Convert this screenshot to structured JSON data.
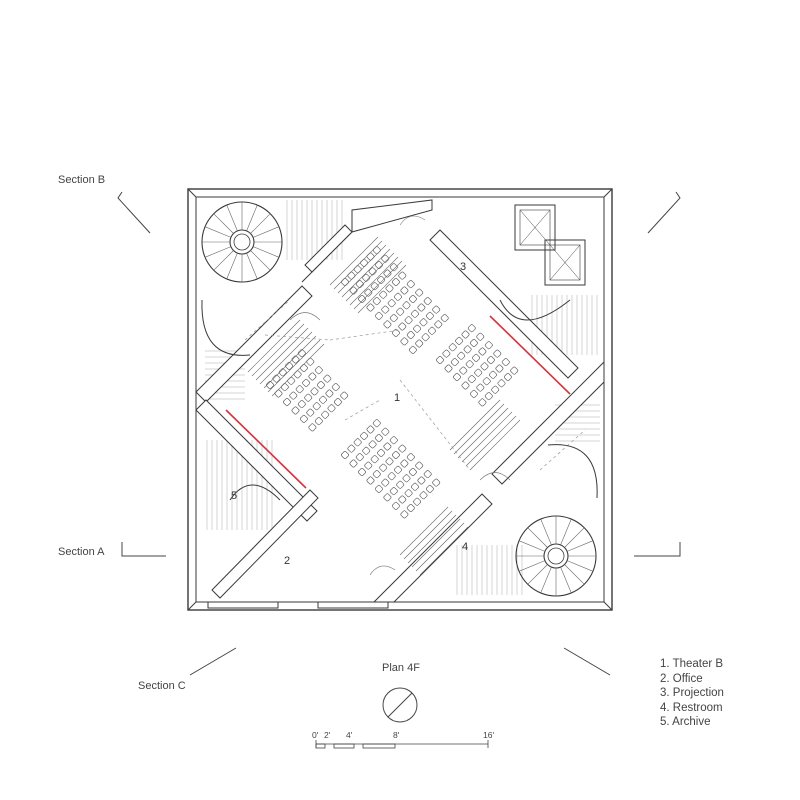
{
  "plan_title": "Plan 4F",
  "sections": {
    "a": "Section A",
    "b": "Section B",
    "c": "Section C"
  },
  "rooms": [
    {
      "number": "1",
      "name": "Theater B"
    },
    {
      "number": "2",
      "name": "Office"
    },
    {
      "number": "3",
      "name": "Projection"
    },
    {
      "number": "4",
      "name": "Restroom"
    },
    {
      "number": "5",
      "name": "Archive"
    }
  ],
  "legend": [
    "1. Theater B",
    "2. Office",
    "3. Projection",
    "4. Restroom",
    "5. Archive"
  ],
  "scale_bar": {
    "labels": [
      "0'",
      "2'",
      "4'",
      "8'",
      "16'"
    ]
  },
  "colors": {
    "line": "#3a3a3a",
    "hatch": "#cfcfcf",
    "accent": "#d6323c",
    "light": "#e8e8e8"
  }
}
